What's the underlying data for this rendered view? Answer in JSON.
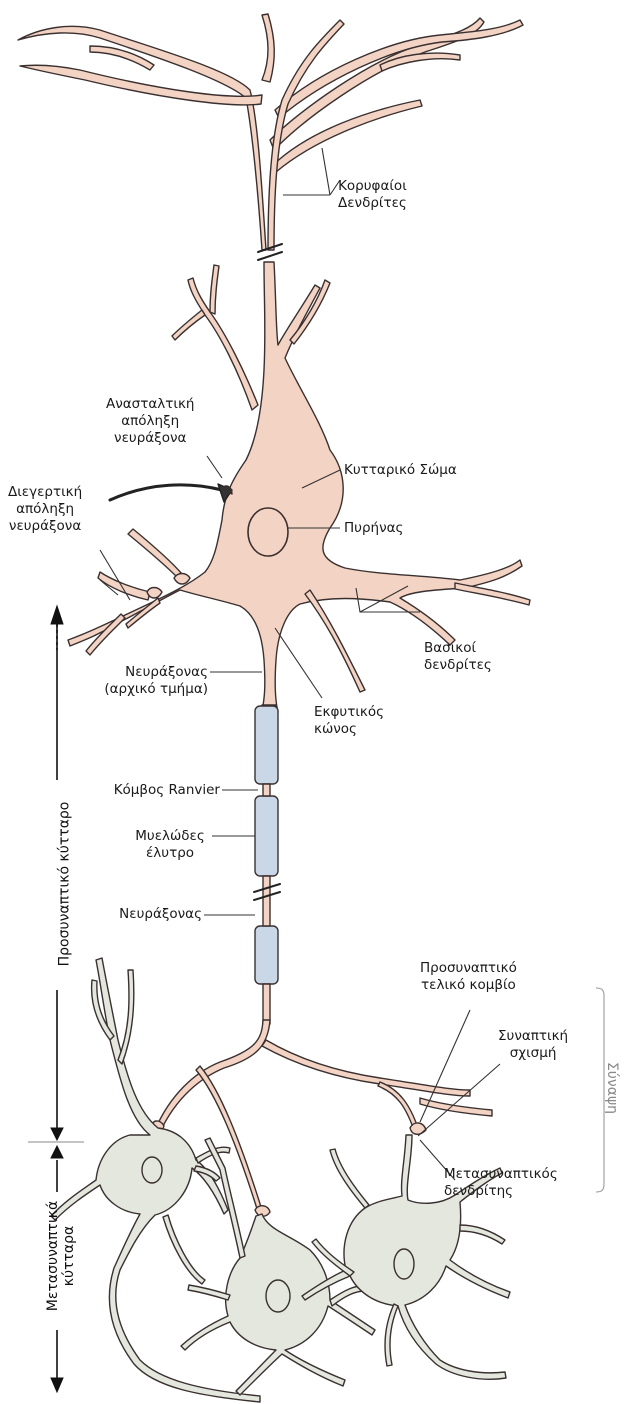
{
  "labels": {
    "apical_dendrites": [
      "Κορυφαίοι",
      "Δενδρίτες"
    ],
    "inhibitory_terminal": [
      "Ανασταλτική",
      "απόληξη",
      "νευράξονα"
    ],
    "excitatory_terminal": [
      "Διεγερτική",
      "απόληξη",
      "νευράξονα"
    ],
    "cell_body": "Κυτταρικό Σώμα",
    "nucleus": "Πυρήνας",
    "basal_dendrites": [
      "Βασικοί",
      "δενδρίτες"
    ],
    "axon_initial_segment": [
      "Νευράξονας",
      "(αρχικό τμήμα)"
    ],
    "axon_hillock": [
      "Εκφυτικός",
      "κώνος"
    ],
    "node_of_ranvier": "Κόμβος Ranvier",
    "myelin_sheath": [
      "Μυελώδες",
      "έλυτρο"
    ],
    "axon": "Νευράξονας",
    "presynaptic_terminal": [
      "Προσυναπτικό",
      "τελικό κομβίο"
    ],
    "synaptic_cleft": [
      "Συναπτική",
      "σχισμή"
    ],
    "postsynaptic_dendrite": [
      "Μετασυναπτικός",
      "δενδρίτης"
    ],
    "synapse": "Σύναψη",
    "presynaptic_cell": "Προσυναπτικό κύτταρο",
    "postsynaptic_cells": [
      "Μετασυναπτικά",
      "κύτταρα"
    ]
  },
  "colors": {
    "neuron_fill": "#f3d3c3",
    "postsynaptic_fill": "#e3e7de",
    "myelin_fill": "#c9d7e6",
    "outline": "#3a3030",
    "leader": "#333333",
    "gray_text": "#8a8a8a"
  }
}
